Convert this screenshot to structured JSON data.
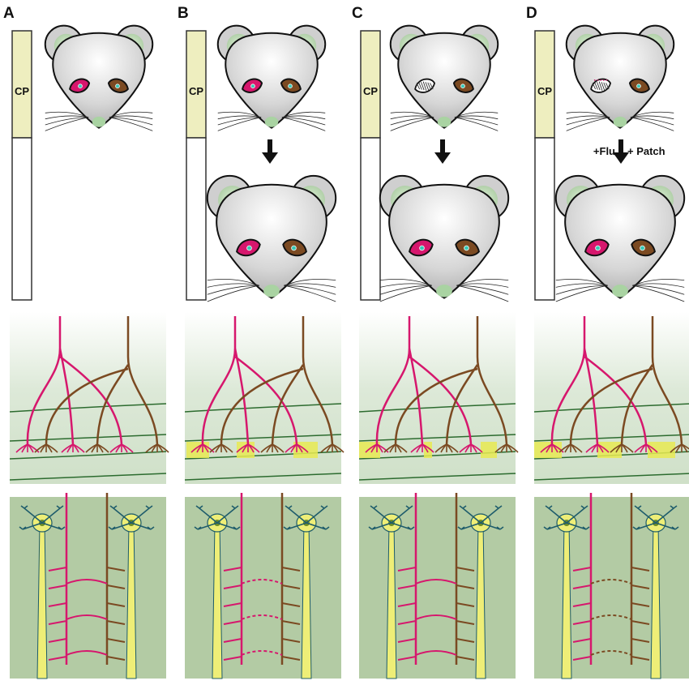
{
  "panels": [
    {
      "letter": "A",
      "cp_label": "CP",
      "arrow_left": "",
      "arrow_right": ""
    },
    {
      "letter": "B",
      "cp_label": "CP",
      "arrow_left": "",
      "arrow_right": ""
    },
    {
      "letter": "C",
      "cp_label": "CP",
      "arrow_left": "",
      "arrow_right": ""
    },
    {
      "letter": "D",
      "cp_label": "CP",
      "arrow_left": "+Flu",
      "arrow_right": "+ Patch"
    }
  ],
  "colors": {
    "magenta": "#d6176d",
    "brown": "#7b4a22",
    "cp_fill": "#eeeebf",
    "layer_green": "#2c6b2f",
    "bottom_bg": "#b3cba4",
    "neuron": "#eeee77",
    "neuron_edge": "#1e5c6b"
  }
}
